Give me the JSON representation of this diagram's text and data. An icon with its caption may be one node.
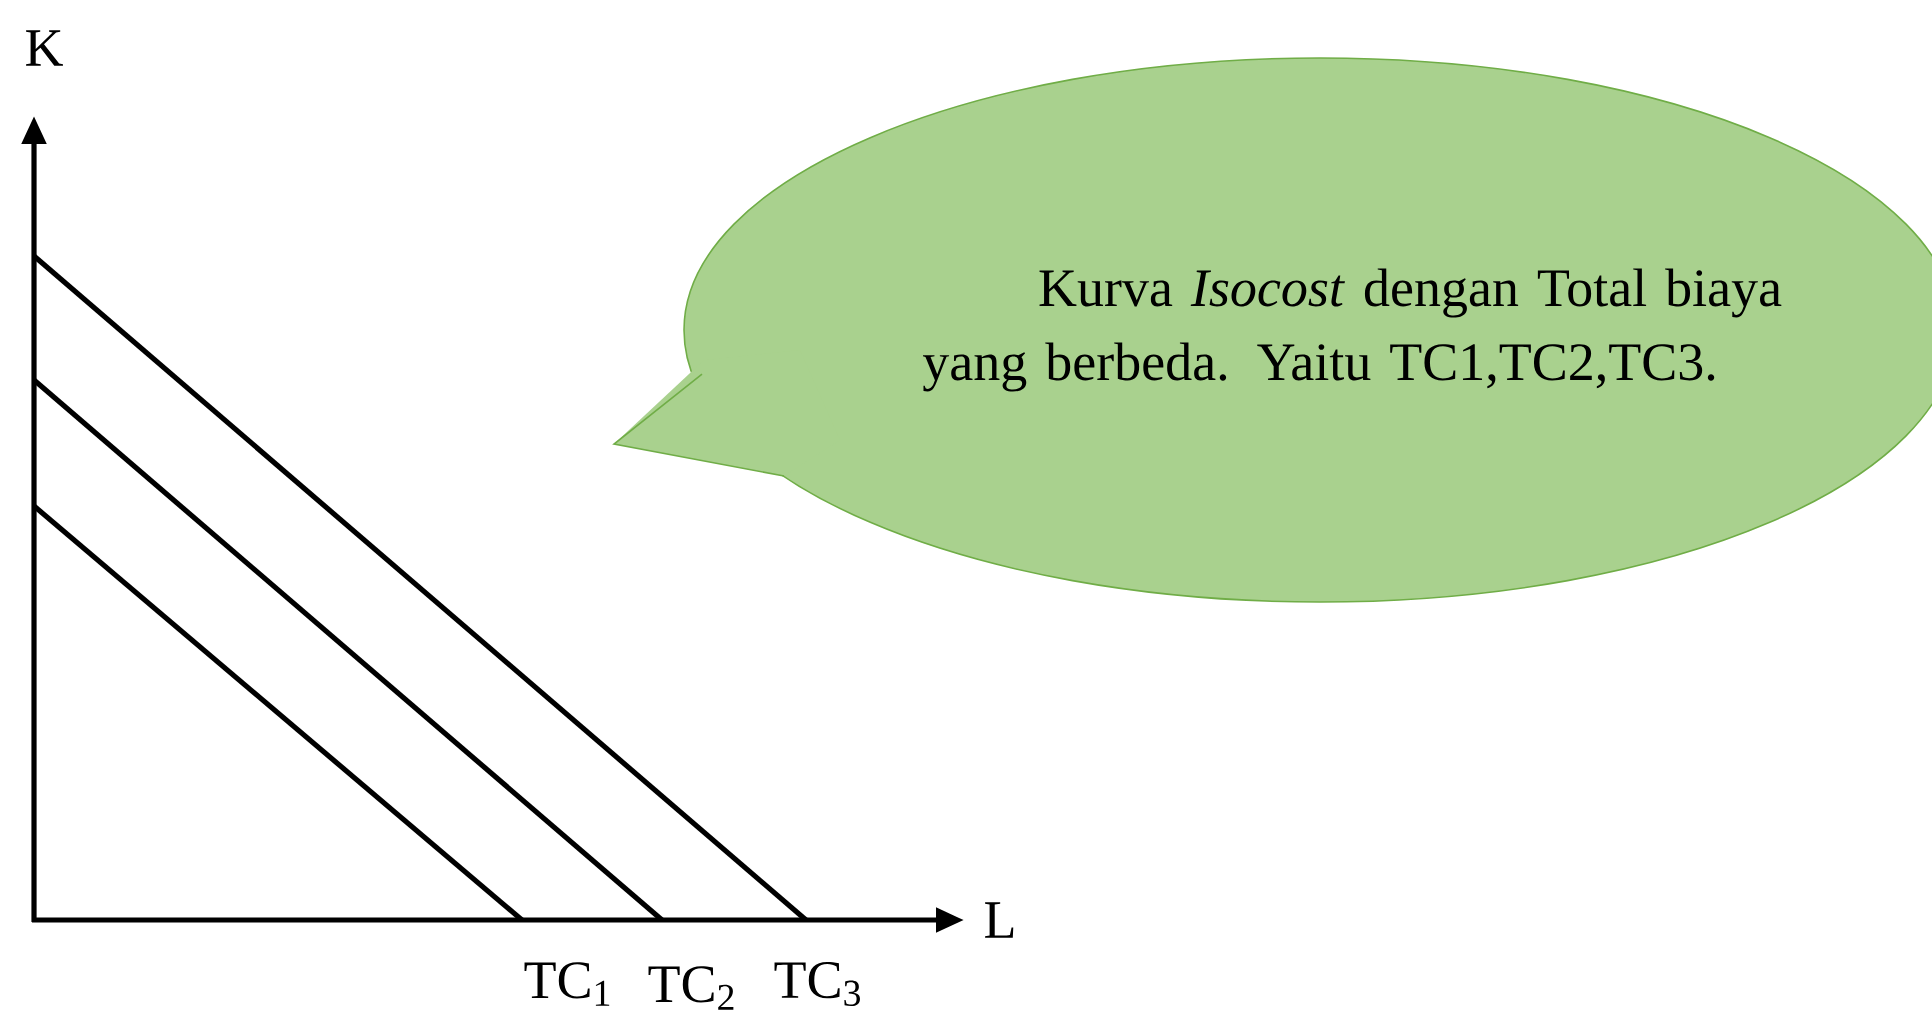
{
  "diagram": {
    "nodes": [
      {
        "text": [
          "Kurva *Isocost* dengan Total biaya yang berbeda. Yaitu TC1,TC2,TC3."
        ]
      }
    ],
    "labels": [
      "K",
      "L",
      "TC$_{1}$",
      "TC$_{2}$",
      "TC$_{3}$"
    ]
  }
}
